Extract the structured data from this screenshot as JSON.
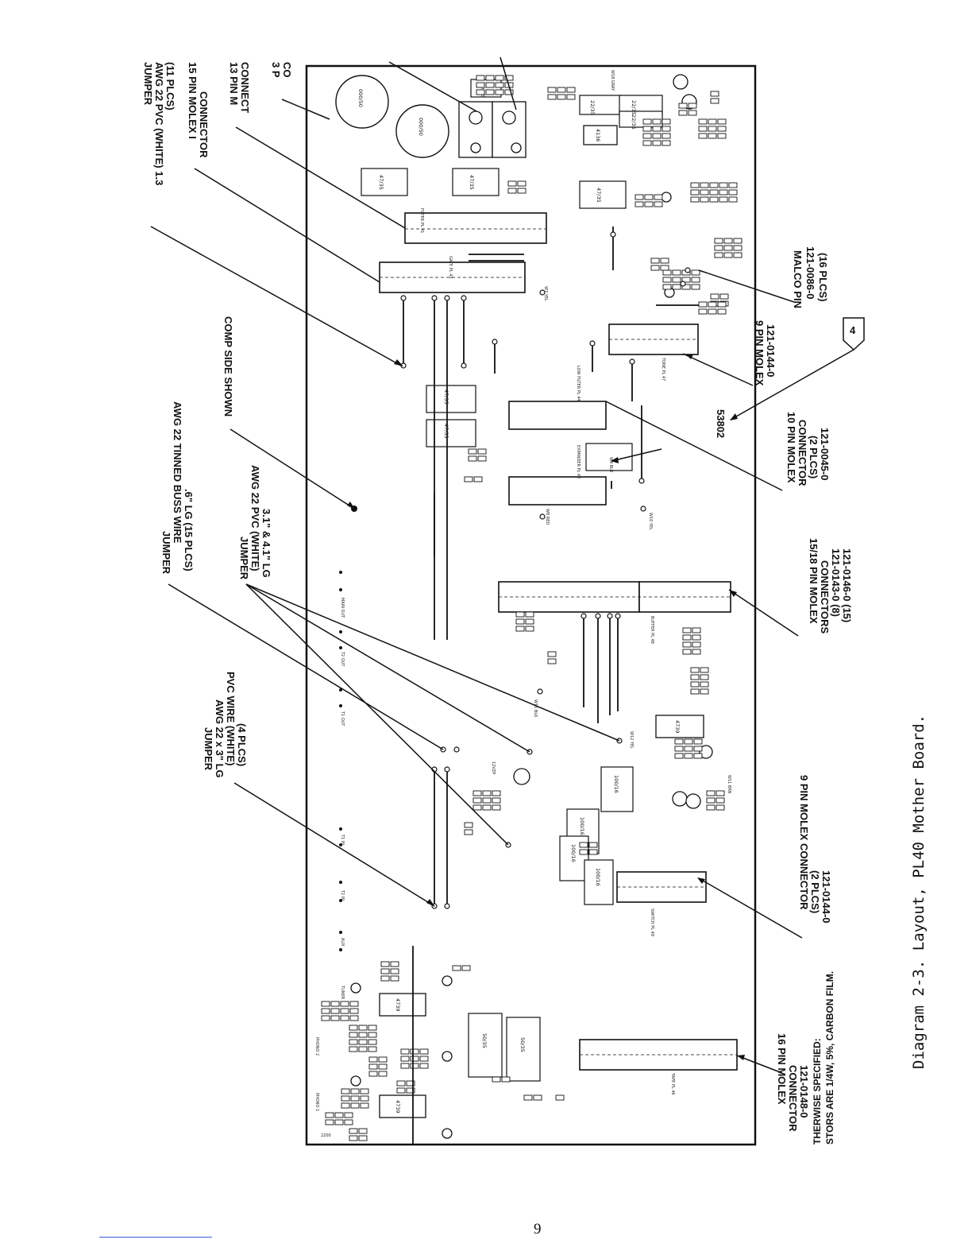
{
  "board": {
    "comp_side": "COMP SIDE SHOWN",
    "part_number": "53802"
  },
  "callouts": {
    "jumper_white_1": "JUMPER",
    "jumper_white_2": "AWG 22 PVC (WHITE) 1.3",
    "jumper_white_3": "(11 PLCS)",
    "molex15_1": "15 PIN MOLEX  I",
    "molex15_2": "CONNECTOR",
    "molex13_1": "13 PIN M",
    "molex13_2": "CONNECT",
    "molex3_1": "3 P",
    "molex3_2": "CO",
    "buss_1": "JUMPER",
    "buss_2": "AWG 22 TINNED BUSS WIRE",
    "buss_3": ".6\" LG  (15 PLCS)",
    "white31_1": "JUMPER",
    "white31_2": "AWG 22 PVC (WHITE)",
    "white31_3": "3.1\" & 4.1\" LG",
    "white4_1": "JUMPER",
    "white4_2": "AWG 22 x 3\" LG",
    "white4_3": "PVC WIRE (WHITE)",
    "white4_4": "(4 PLCS)",
    "malco_1": "MALCO PIN",
    "malco_2": "121-0086-0",
    "malco_3": "(16 PLCS)",
    "molex9_1": "9 PIN MOLEX",
    "molex9_2": "121-0144-0",
    "flag_num": "4",
    "molex10_1": "10 PIN MOLEX",
    "molex10_2": "CONNECTOR",
    "molex10_3": "(2 PLCS)",
    "molex10_4": "121-0045-0",
    "molex1518_1": "15/18 PIN MOLEX",
    "molex1518_2": "CONNECTORS",
    "molex1518_3": "121-0143-0 (8)",
    "molex1518_4": "121-0146-0 (15)",
    "molex9b_1": "9 PIN MOLEX CONNECTOR",
    "molex9b_2": "(2 PLCS)",
    "molex9b_3": "121-0144-0",
    "molex16_1": "16 PIN MOLEX",
    "molex16_2": "CONNECTOR",
    "molex16_3": "121-0148-0"
  },
  "notes": {
    "line1": "THERWISE SPECIFIED:",
    "line2": "STORS ARE 1/4W, 5%, CARBON FILM."
  },
  "connectors": {
    "filter": "FILTER PL 41",
    "gate": "GATE PL 43",
    "tone": "TONE PL 47",
    "low_filter": "LOW FILTER PL 44",
    "expander": "EXPANDER PL 42",
    "buffer": "BUFFER PL 48",
    "switch": "SWITCH PL 49",
    "tape": "TAPE PL 46"
  },
  "caps": {
    "c1": "000/50",
    "c2": "000/50",
    "c3": "47/35",
    "c4": "47/35",
    "c5": "47/35",
    "c6": "47/35",
    "c7": "47/35",
    "c8": "50/35",
    "c9": "50/35",
    "c10": "100/16",
    "c11": "100/16",
    "c12": "100/16",
    "c13": "100/16",
    "c14": "22/35",
    "c15": "22/35",
    "c16": "22/35",
    "c17": "50/35"
  },
  "ic": {
    "u1": "4739",
    "u2": "4739",
    "u3": "4739",
    "u4": "4136"
  },
  "jacks": {
    "main_out": "MAIN OUT",
    "t2_out": "T2 OUT",
    "t1_out": "T1 OUT",
    "t1_in": "T1 IN",
    "t2_in": "T2 IN",
    "aux": "AUX",
    "tuner": "TUNER",
    "phono2": "PHONO 2",
    "phono1": "PHONO 1"
  },
  "wires": {
    "w8": "W8 RED",
    "w9": "W9 BLU",
    "w10": "W10 YEL",
    "w7": "W7 YEL",
    "w15": "W15 BLK",
    "w18": "W18 GRAY",
    "w11": "W11 BRN",
    "w12": "W12 YEL"
  },
  "misc": {
    "v12": "12VZP",
    "c2200": "2200"
  },
  "caption": "Diagram 2-3.  Layout, PL40 Mother Board.",
  "page_number": "9"
}
